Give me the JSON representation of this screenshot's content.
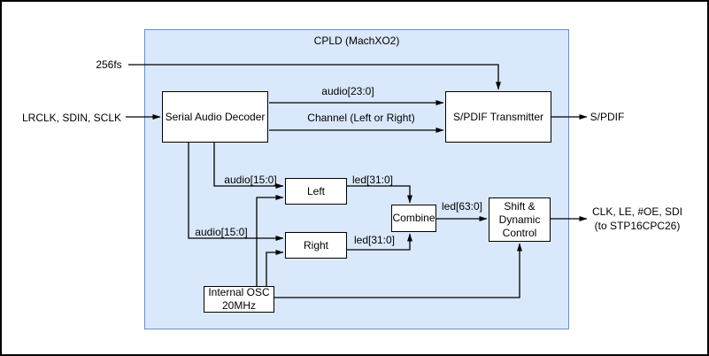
{
  "diagram": {
    "container_title": "CPLD (MachXO2)",
    "blocks": {
      "serial_audio_decoder": "Serial Audio Decoder",
      "spdif_transmitter": "S/PDIF Transmitter",
      "left": "Left",
      "right": "Right",
      "combine": "Combine",
      "shift_line1": "Shift &",
      "shift_line2": "Dynamic",
      "shift_line3": "Control",
      "osc_line1": "Internal OSC",
      "osc_line2": "20MHz"
    },
    "labels": {
      "clock_256fs": "256fs",
      "serial_input": "LRCLK, SDIN, SCLK",
      "audio_24bit": "audio[23:0]",
      "channel": "Channel (Left or Right)",
      "spdif_output": "S/PDIF",
      "audio_16bit_left": "audio[15:0]",
      "audio_16bit_right": "audio[15:0]",
      "led_32bit_left": "led[31:0]",
      "led_32bit_right": "led[31:0]",
      "led_64bit": "led[63:0]",
      "shift_output_line1": "CLK, LE, #OE, SDI",
      "shift_output_line2": "(to STP16CPC26)"
    },
    "colors": {
      "container_fill": "#dae8fc",
      "container_border": "#6c8ebf",
      "block_fill": "#ffffff",
      "block_border": "#000000",
      "wire": "#000000",
      "outer_frame": "#000000"
    }
  }
}
